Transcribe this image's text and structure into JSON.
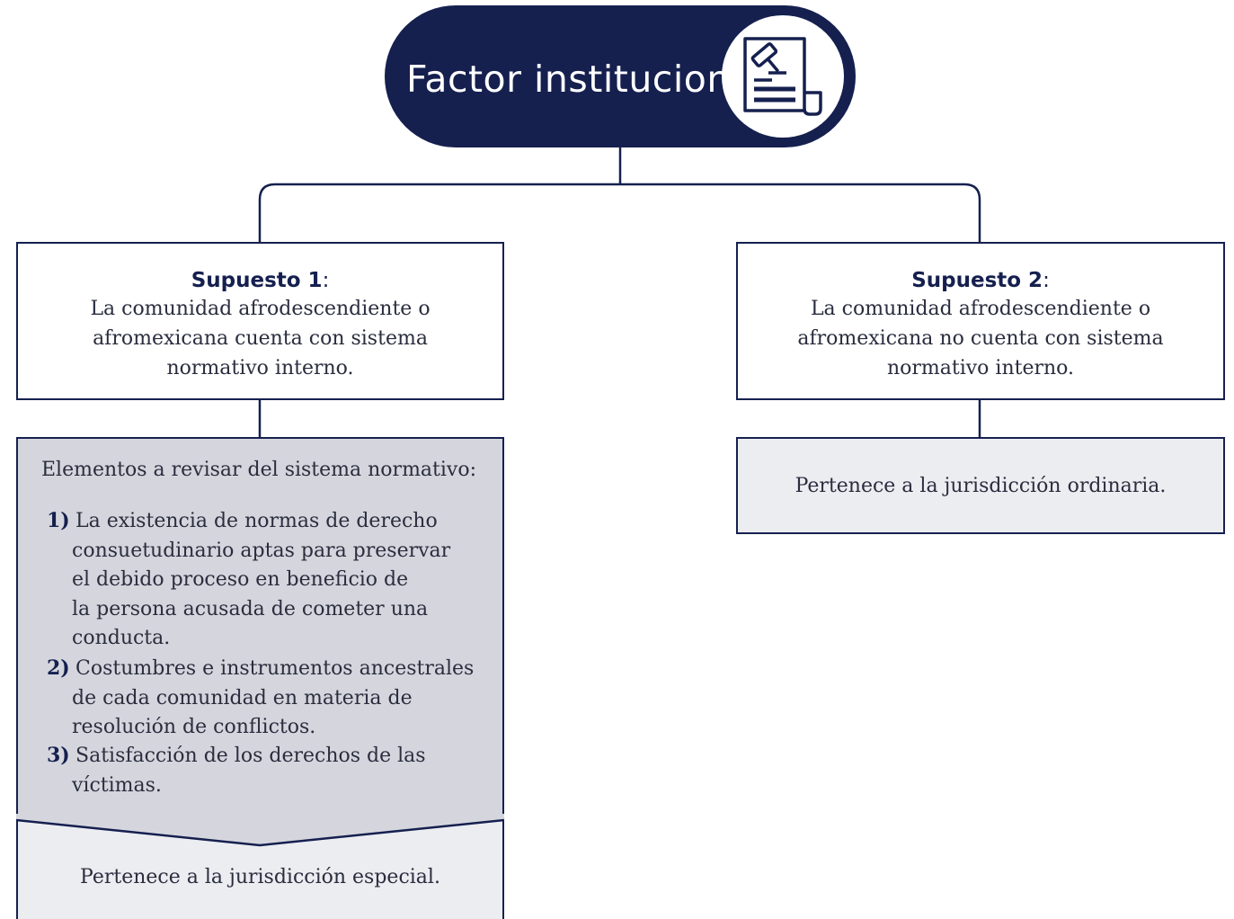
{
  "header": {
    "title": "Factor institucional",
    "icon": "gavel-document-icon"
  },
  "colors": {
    "navy": "#15204f",
    "grey_panel": "#d5d6dd",
    "light_panel": "#ecedf1"
  },
  "supuesto1": {
    "heading": "Supuesto 1",
    "colon": ":",
    "lines": [
      "La comunidad afrodescendiente o",
      "afromexicana cuenta con sistema",
      "normativo interno."
    ]
  },
  "supuesto2": {
    "heading": "Supuesto 2",
    "colon": ":",
    "lines": [
      "La comunidad afrodescendiente o",
      "afromexicana no cuenta con sistema",
      "normativo interno."
    ]
  },
  "elementos": {
    "title": "Elementos a revisar del sistema normativo:",
    "items": [
      {
        "number": "1)",
        "lines": [
          "La existencia de normas de derecho",
          "consuetudinario aptas para preservar",
          "el debido proceso en beneficio de",
          "la persona acusada de cometer una",
          "conducta."
        ]
      },
      {
        "number": "2)",
        "lines": [
          "Costumbres e instrumentos ancestrales",
          "de cada comunidad en materia de",
          "resolución de conflictos."
        ]
      },
      {
        "number": "3)",
        "lines": [
          "Satisfacción de los derechos de las",
          "víctimas."
        ]
      }
    ]
  },
  "result_special": "Pertenece a la jurisdicción especial.",
  "result_ordinary": "Pertenece a la jurisdicción ordinaria."
}
